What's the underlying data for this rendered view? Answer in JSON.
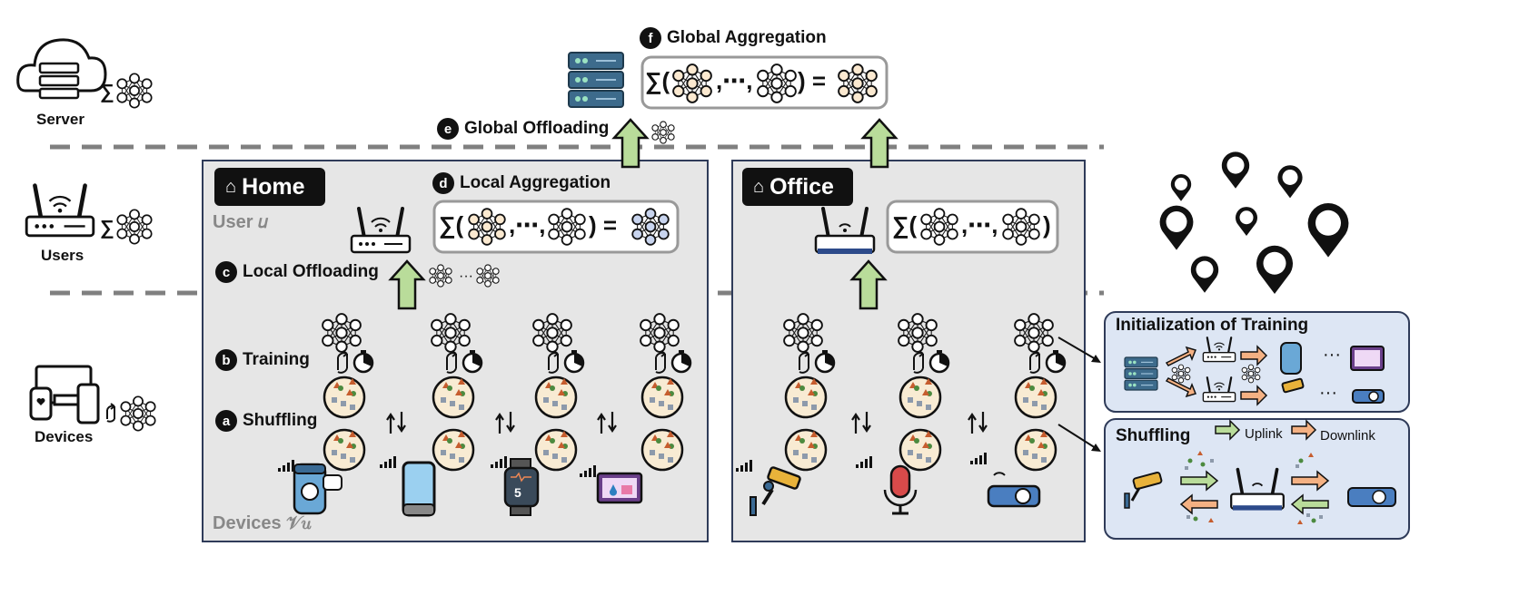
{
  "tiers": {
    "server": "Server",
    "users": "Users",
    "devices": "Devices"
  },
  "steps": {
    "a": {
      "letter": "a",
      "label": "Shuffling"
    },
    "b": {
      "letter": "b",
      "label": "Training"
    },
    "c": {
      "letter": "c",
      "label": "Local Offloading"
    },
    "d": {
      "letter": "d",
      "label": "Local Aggregation"
    },
    "e": {
      "letter": "e",
      "label": "Global Offloading"
    },
    "f": {
      "letter": "f",
      "label": "Global Aggregation"
    }
  },
  "home": {
    "title": "Home",
    "user_label": "User 𝑢",
    "devices_label": "Devices 𝒱𝑢",
    "formula_lead": "∑(",
    "formula_mid": ",⋯,",
    "formula_tail": ") ="
  },
  "office": {
    "title": "Office",
    "formula_lead": "∑(",
    "formula_mid": ",⋯,",
    "formula_tail": ")"
  },
  "global": {
    "formula_lead": "∑(",
    "formula_mid": ",⋯,",
    "formula_tail": ") ="
  },
  "panels": {
    "init": {
      "title": "Initialization of Training",
      "ellipsis": "···"
    },
    "shuffle": {
      "title": "Shuffling",
      "uplink": "Uplink",
      "downlink": "Downlink"
    }
  },
  "tier_symbol": "∑",
  "colors": {
    "arrow_green": "#b9dc9a",
    "arrow_orange": "#f4b183",
    "box_grey": "#e6e6e6",
    "panel_blue": "#dde6f4",
    "model_beige": "#fbe9d0",
    "model_blue": "#c8d4ee",
    "data_circle": "#f8ebd3"
  },
  "icons": [
    "cloud-server-icon",
    "router-icon",
    "devices-icon",
    "server-rack-icon",
    "model-network-icon",
    "location-pin-icon",
    "smart-speaker-icon",
    "smartphone-icon",
    "smartwatch-icon",
    "tablet-icon",
    "security-camera-icon",
    "microphone-icon",
    "projector-icon",
    "signal-bars-icon",
    "timer-icon",
    "cycle-icon",
    "swap-arrows-icon"
  ]
}
